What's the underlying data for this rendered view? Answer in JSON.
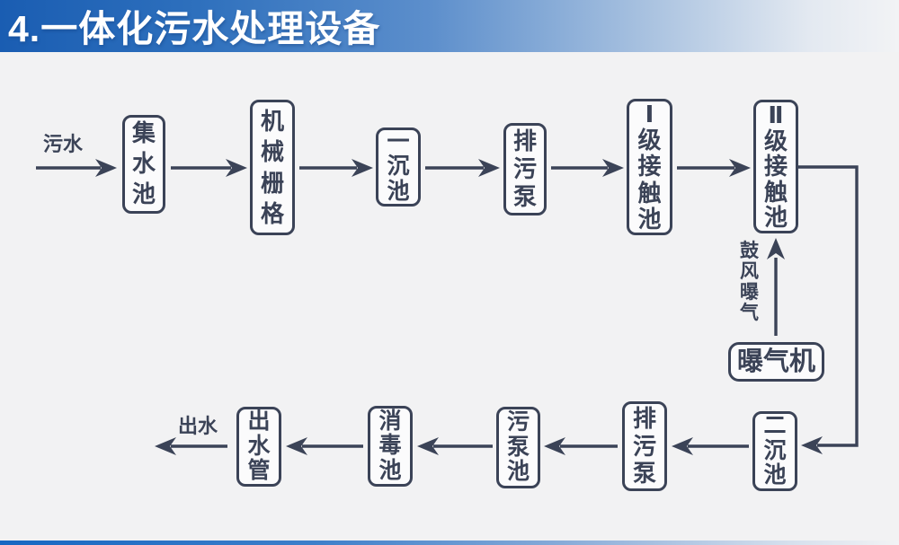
{
  "slide": {
    "title": "4.一体化污水处理设备",
    "colors": {
      "title_gradient_start": "#1a5db2",
      "title_gradient_end": "#f2f3f5",
      "background": "#f2f2f3",
      "ink": "#3b4357",
      "node_fill": "#fbfbfc",
      "accent_bar": "#1667c2"
    }
  },
  "flowchart": {
    "inflow_label": "污水",
    "outflow_label": "出水",
    "aeration_label": "鼓风曝气",
    "nodes": [
      {
        "id": "collection-tank",
        "label": "集水池"
      },
      {
        "id": "mechanical-screen",
        "label": "机械栅格"
      },
      {
        "id": "primary-sedimentation-tank",
        "label": "一沉池"
      },
      {
        "id": "sewage-discharge-pump-top",
        "label": "排污泵"
      },
      {
        "id": "level-1-contact-tank",
        "label": "Ⅰ级接触池"
      },
      {
        "id": "level-2-contact-tank",
        "label": "Ⅱ级接触池"
      },
      {
        "id": "aerator",
        "label": "曝气机"
      },
      {
        "id": "secondary-sedimentation-tank",
        "label": "二沉池"
      },
      {
        "id": "sewage-discharge-pump-bottom",
        "label": "排污泵"
      },
      {
        "id": "sludge-pump-tank",
        "label": "污泵池"
      },
      {
        "id": "disinfection-tank",
        "label": "消毒池"
      },
      {
        "id": "outlet-pipe",
        "label": "出水管"
      }
    ]
  }
}
